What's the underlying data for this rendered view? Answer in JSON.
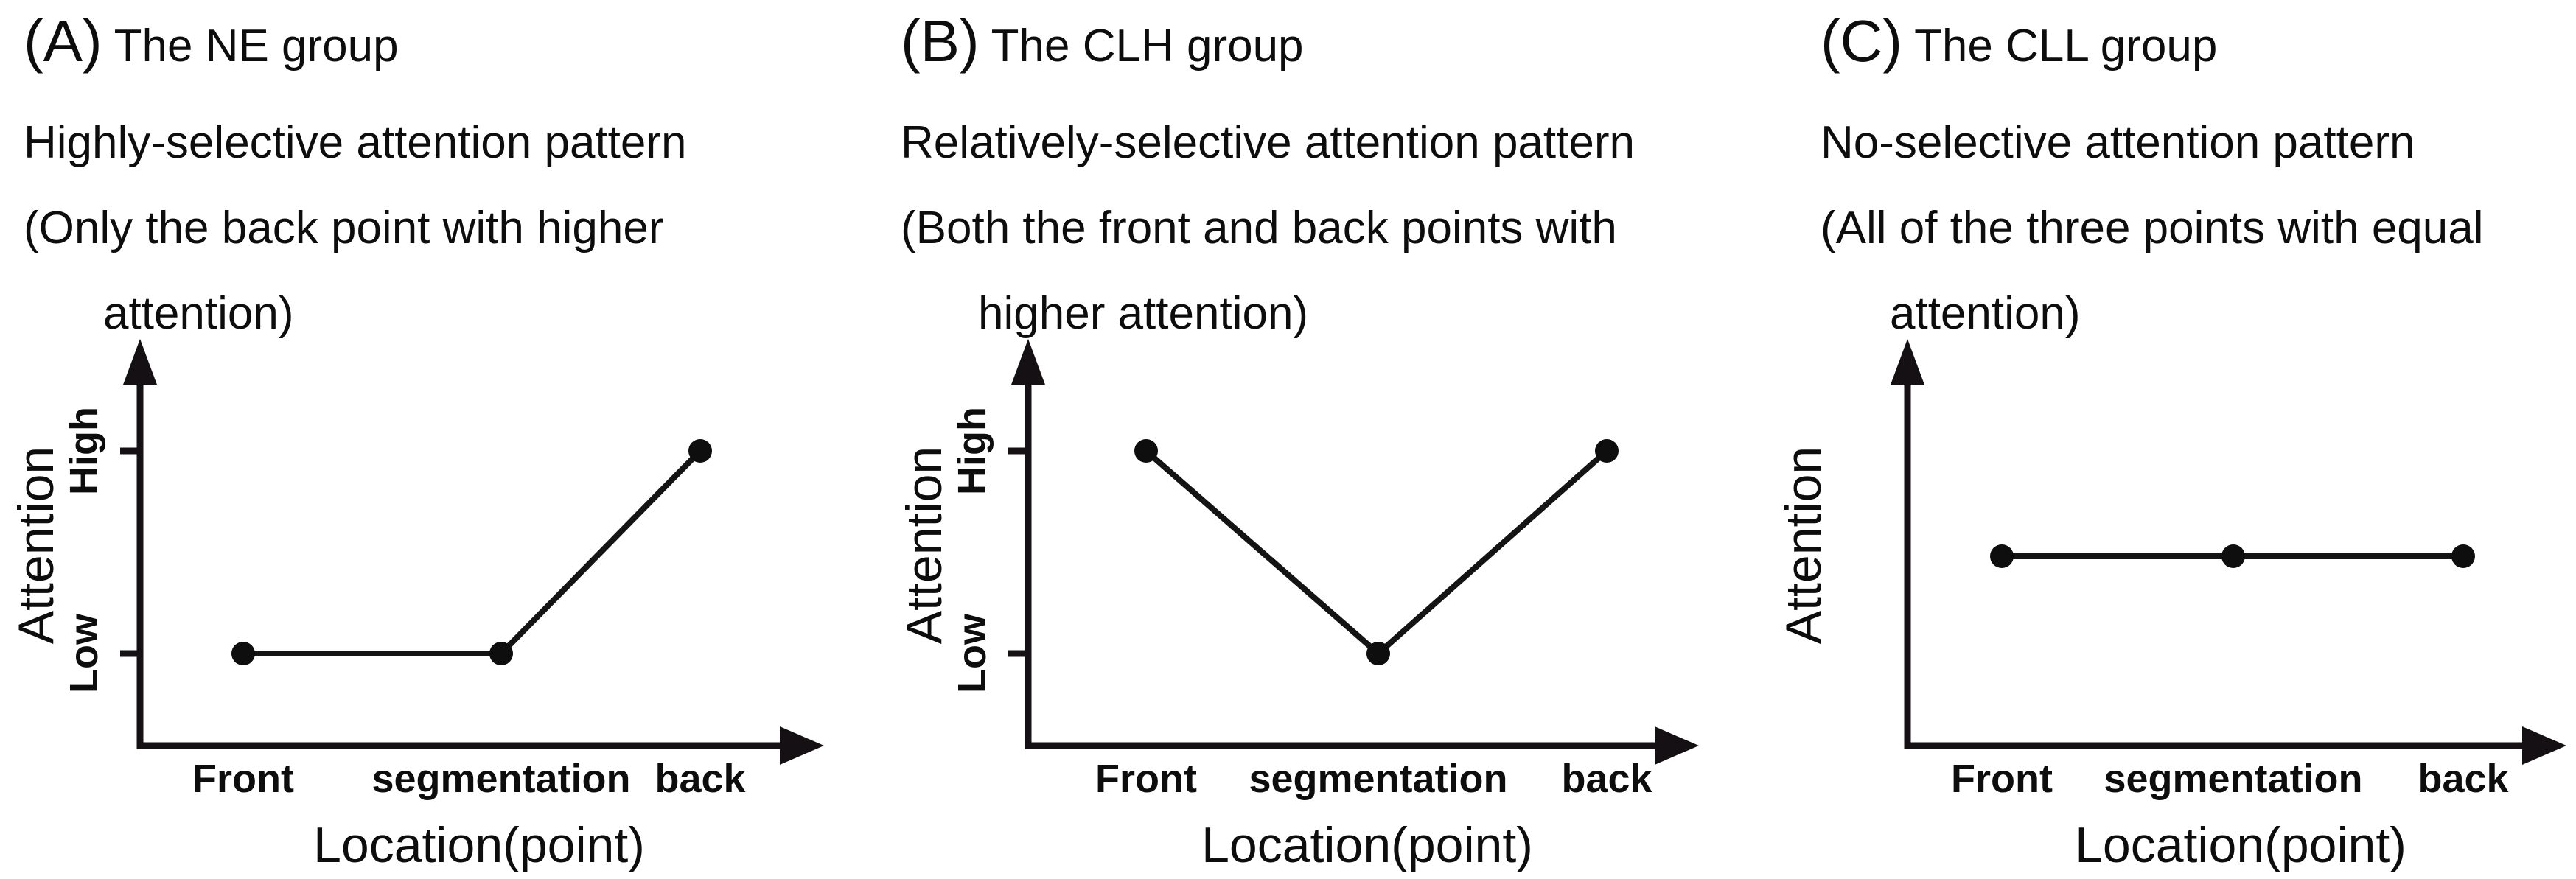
{
  "figure": {
    "background": "#ffffff",
    "ink_color": "#111111"
  },
  "panels": [
    {
      "tag": "(A)",
      "group_title": "The NE group",
      "pattern_line": "Highly-selective attention pattern",
      "note_line1": "(Only the back point with higher",
      "note_line2": "attention)",
      "y_axis_label": "Attention",
      "x_axis_label": "Location(point)",
      "y_tick_labels": [
        "High",
        "Low"
      ],
      "x_tick_labels": [
        "Front",
        "segmentation",
        "back"
      ]
    },
    {
      "tag": "(B)",
      "group_title": "The CLH group",
      "pattern_line": "Relatively-selective attention pattern",
      "note_line1": "(Both the front and back points with",
      "note_line2": "higher attention)",
      "y_axis_label": "Attention",
      "x_axis_label": "Location(point)",
      "y_tick_labels": [
        "High",
        "Low"
      ],
      "x_tick_labels": [
        "Front",
        "segmentation",
        "back"
      ]
    },
    {
      "tag": "(C)",
      "group_title": "The CLL group",
      "pattern_line": "No-selective attention pattern",
      "note_line1": "(All of the three points with equal",
      "note_line2": "attention)",
      "y_axis_label": "Attention",
      "x_axis_label": "Location(point)",
      "y_tick_labels": [],
      "x_tick_labels": [
        "Front",
        "segmentation",
        "back"
      ]
    }
  ],
  "chart_data": [
    {
      "type": "line",
      "panel": "A",
      "title": "(A) The NE group",
      "subtitle": "Highly-selective attention pattern (Only the back point with higher attention)",
      "categories": [
        "Front",
        "segmentation",
        "back"
      ],
      "values": [
        "Low",
        "Low",
        "High"
      ],
      "xlabel": "Location(point)",
      "ylabel": "Attention",
      "y_axis_type": "categorical",
      "y_ticks": [
        "High",
        "Low"
      ],
      "marker": "filled-circle",
      "grid": "off",
      "legend": "none"
    },
    {
      "type": "line",
      "panel": "B",
      "title": "(B) The CLH group",
      "subtitle": "Relatively-selective attention pattern (Both the front and back points with higher attention)",
      "categories": [
        "Front",
        "segmentation",
        "back"
      ],
      "values": [
        "High",
        "Low",
        "High"
      ],
      "xlabel": "Location(point)",
      "ylabel": "Attention",
      "y_axis_type": "categorical",
      "y_ticks": [
        "High",
        "Low"
      ],
      "marker": "filled-circle",
      "grid": "off",
      "legend": "none"
    },
    {
      "type": "line",
      "panel": "C",
      "title": "(C) The CLL group",
      "subtitle": "No-selective attention pattern (All of the three points with equal attention)",
      "categories": [
        "Front",
        "segmentation",
        "back"
      ],
      "values": [
        "Equal",
        "Equal",
        "Equal"
      ],
      "xlabel": "Location(point)",
      "ylabel": "Attention",
      "y_axis_type": "categorical",
      "y_ticks": [],
      "marker": "filled-circle",
      "grid": "off",
      "legend": "none"
    }
  ]
}
